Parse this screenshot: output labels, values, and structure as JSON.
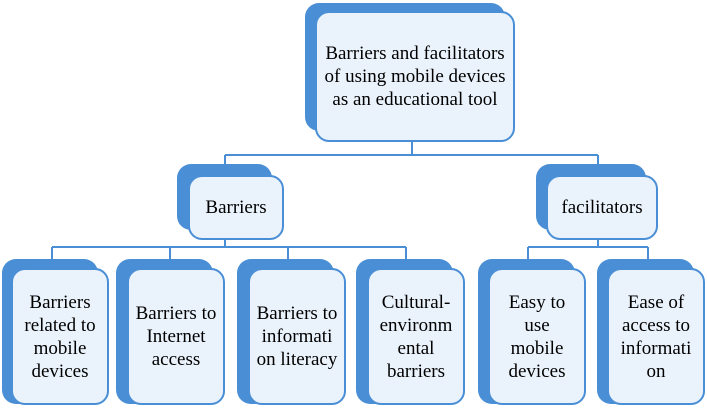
{
  "root": {
    "label": "Barriers and facilitators of using mobile devices as an educational tool"
  },
  "categories": [
    {
      "label": "Barriers"
    },
    {
      "label": "facilitators"
    }
  ],
  "barriers": [
    {
      "label": "Barriers related to mobile devices"
    },
    {
      "label": "Barriers to Internet access"
    },
    {
      "label": "Barriers to informati on literacy"
    },
    {
      "label": "Cultural-environm ental barriers"
    }
  ],
  "facilitators": [
    {
      "label": "Easy to use mobile devices"
    },
    {
      "label": "Ease of access to informati on"
    }
  ],
  "colors": {
    "accent": "#4a8fd6",
    "fill": "#eaf2fb",
    "line": "#4a8fd6"
  }
}
